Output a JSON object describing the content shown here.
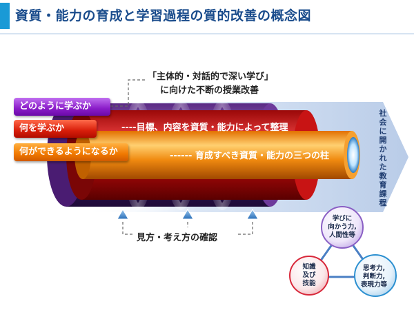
{
  "title": "資質・能力の育成と学習過程の質的改善の概念図",
  "callout": {
    "line1": "「主体的・対話的で深い学び」",
    "line2": "に向けた不断の授業改善"
  },
  "tags": [
    {
      "label": "どのように学ぶか",
      "color": "#8a1cc8"
    },
    {
      "label": "何を学ぶか",
      "color": "#d81e0a"
    },
    {
      "label": "何ができるようになるか",
      "color": "#f07800"
    }
  ],
  "descriptions": {
    "what": "----目標、内容を資質・能力によって整理",
    "can": "------ 育成すべき資質・能力の三つの柱"
  },
  "side_label": "社会に開かれた教育課程",
  "perspective_label": "見方・考え方の確認",
  "pillars": [
    {
      "text": "学びに\n向かう力,\n人間性等",
      "color": "#7c4fb8"
    },
    {
      "text": "知識\n及び\n技能",
      "color": "#d8283a"
    },
    {
      "text": "思考力,\n判断力,\n表現力等",
      "color": "#2a8fd0"
    }
  ]
}
